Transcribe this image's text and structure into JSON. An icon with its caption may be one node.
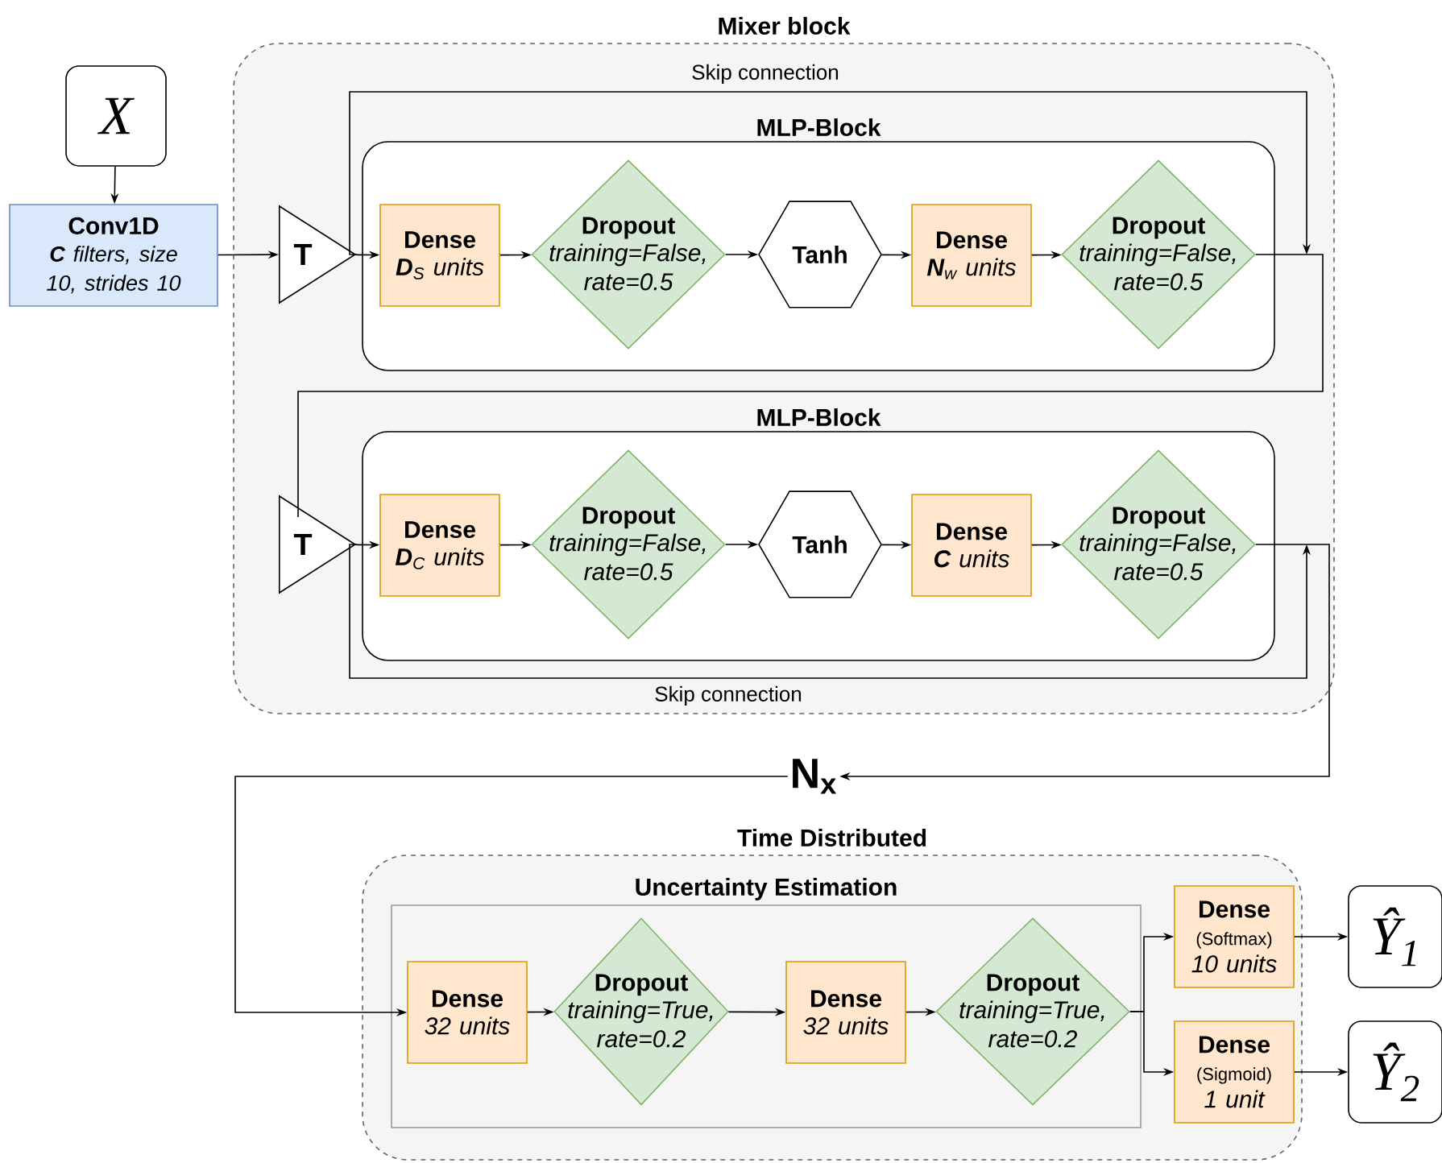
{
  "diagram": {
    "nodes": [
      {
        "text": [
          "X"
        ]
      },
      {
        "text": [
          "Conv1D",
          "**C** filters, size 10, strides 10"
        ]
      },
      {
        "text": [
          "Mixer block"
        ]
      },
      {
        "text": [
          "MLP-Block"
        ],
        "in": 2
      },
      {
        "text": [
          "T"
        ],
        "in": 2
      },
      {
        "text": [
          "Dense",
          "**D**$_{S}$ units"
        ],
        "in": 3
      },
      {
        "text": [
          "Dropout",
          "training=False, rate=0.5"
        ],
        "in": 3
      },
      {
        "text": [
          "Tanh"
        ],
        "in": 3
      },
      {
        "text": [
          "Dense",
          "**N**$_{w}$ units"
        ],
        "in": 3
      },
      {
        "text": [
          "Dropout",
          "training=False, rate=0.5"
        ],
        "in": 3
      },
      {
        "text": [
          "T"
        ],
        "in": 2
      },
      {
        "text": [
          "MLP-Block"
        ],
        "in": 2
      },
      {
        "text": [
          "Dense",
          "**D**$_{C}$ units"
        ],
        "in": 11
      },
      {
        "text": [
          "Dropout",
          "training=False, rate=0.5"
        ],
        "in": 11
      },
      {
        "text": [
          "Tanh"
        ],
        "in": 11
      },
      {
        "text": [
          "Dense",
          "**C** units"
        ],
        "in": 11
      },
      {
        "text": [
          "Dropout",
          "training=False, rate=0.5"
        ],
        "in": 11
      },
      {
        "text": [
          "N$_{x}$"
        ]
      },
      {
        "text": [
          "Time Distributed"
        ]
      },
      {
        "text": [
          "Uncertainty Estimation"
        ],
        "in": 18
      },
      {
        "text": [
          "Dense",
          "32 units"
        ],
        "in": 19
      },
      {
        "text": [
          "Dropout",
          "training=True, rate=0.2"
        ],
        "in": 19
      },
      {
        "text": [
          "Dense",
          "32 units"
        ],
        "in": 19
      },
      {
        "text": [
          "Dropout",
          "training=True, rate=0.2"
        ],
        "in": 19
      },
      {
        "text": [
          "Dense",
          "(Softmax)",
          "10 units"
        ],
        "in": 18
      },
      {
        "text": [
          "Dense",
          "(Sigmoid)",
          "1 unit"
        ],
        "in": 18
      },
      {
        "text": [
          "Ŷ$_{1}$"
        ]
      },
      {
        "text": [
          "Ŷ$_{2}$"
        ]
      }
    ],
    "edges": [
      {
        "from": 0,
        "to": 1,
        "arrow": "to"
      },
      {
        "from": 1,
        "to": 4,
        "arrow": "to"
      },
      {
        "from": 4,
        "to": 5,
        "arrow": "to"
      },
      {
        "from": 5,
        "to": 6,
        "arrow": "to"
      },
      {
        "from": 6,
        "to": 7,
        "arrow": "to"
      },
      {
        "from": 7,
        "to": 8,
        "arrow": "to"
      },
      {
        "from": 8,
        "to": 9,
        "arrow": "to"
      },
      {
        "from": 9,
        "to": 10,
        "arrow": "none"
      },
      {
        "from": 4,
        "to": null,
        "arrow": "to",
        "label": "Skip connection"
      },
      {
        "from": 10,
        "to": 12,
        "arrow": "to"
      },
      {
        "from": 12,
        "to": 13,
        "arrow": "to"
      },
      {
        "from": 13,
        "to": 14,
        "arrow": "to"
      },
      {
        "from": 14,
        "to": 15,
        "arrow": "to"
      },
      {
        "from": 15,
        "to": 16,
        "arrow": "to"
      },
      {
        "from": 16,
        "to": 17,
        "arrow": "to"
      },
      {
        "from": 10,
        "to": null,
        "arrow": "to",
        "label": "Skip connection"
      },
      {
        "from": 17,
        "to": 20,
        "arrow": "to"
      },
      {
        "from": 20,
        "to": 21,
        "arrow": "to"
      },
      {
        "from": 21,
        "to": 22,
        "arrow": "to"
      },
      {
        "from": 22,
        "to": 23,
        "arrow": "to"
      },
      {
        "from": 23,
        "to": 24,
        "arrow": "to"
      },
      {
        "from": 23,
        "to": 25,
        "arrow": "to"
      },
      {
        "from": 24,
        "to": 26,
        "arrow": "to"
      },
      {
        "from": 25,
        "to": 27,
        "arrow": "to"
      }
    ]
  }
}
